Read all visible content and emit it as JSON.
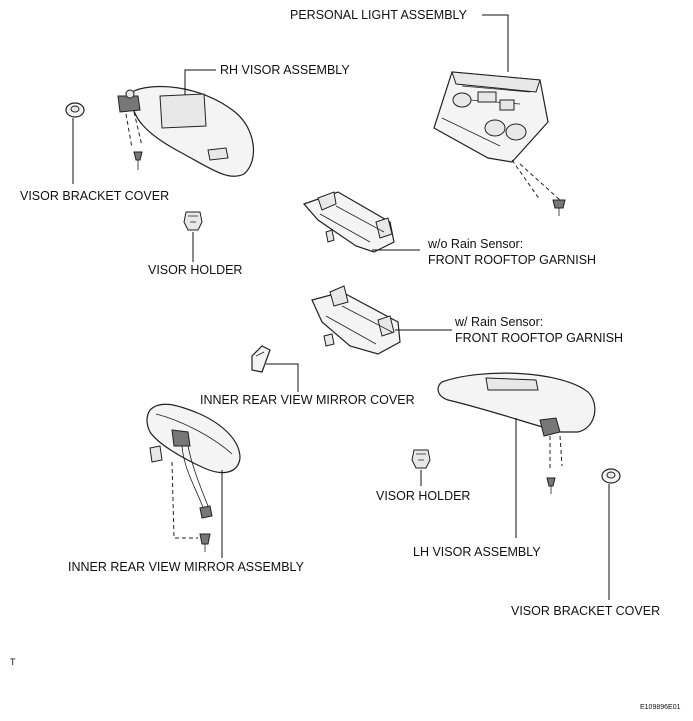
{
  "labels": {
    "personal_light_assembly": "PERSONAL LIGHT ASSEMBLY",
    "rh_visor_assembly": "RH VISOR ASSEMBLY",
    "visor_bracket_cover_top": "VISOR BRACKET COVER",
    "visor_holder_top": "VISOR HOLDER",
    "front_rooftop_garnish_wo_line1": "w/o Rain Sensor:",
    "front_rooftop_garnish_wo_line2": "FRONT ROOFTOP GARNISH",
    "front_rooftop_garnish_w_line1": "w/ Rain Sensor:",
    "front_rooftop_garnish_w_line2": "FRONT ROOFTOP GARNISH",
    "inner_rear_view_mirror_cover": "INNER REAR VIEW MIRROR COVER",
    "visor_holder_bottom": "VISOR HOLDER",
    "lh_visor_assembly": "LH VISOR ASSEMBLY",
    "inner_rear_view_mirror_assembly": "INNER REAR VIEW MIRROR ASSEMBLY",
    "visor_bracket_cover_bottom": "VISOR BRACKET COVER",
    "corner_mark": "T",
    "figure_code": "E109896E01"
  }
}
